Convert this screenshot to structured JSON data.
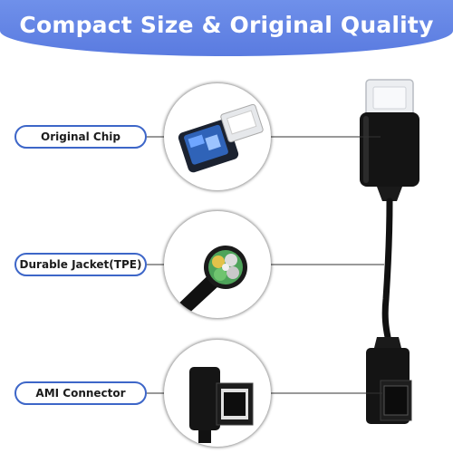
{
  "banner": {
    "title": "Compact Size & Original Quality",
    "color": "#5f80e6"
  },
  "features": [
    {
      "label": "Original Chip",
      "icon": "chip-closeup-icon"
    },
    {
      "label": "Durable Jacket(TPE)",
      "icon": "cable-cross-section-icon"
    },
    {
      "label": "AMI Connector",
      "icon": "ami-connector-icon"
    }
  ],
  "colors": {
    "pill_border": "#3d66c8",
    "cable": "#111111"
  }
}
